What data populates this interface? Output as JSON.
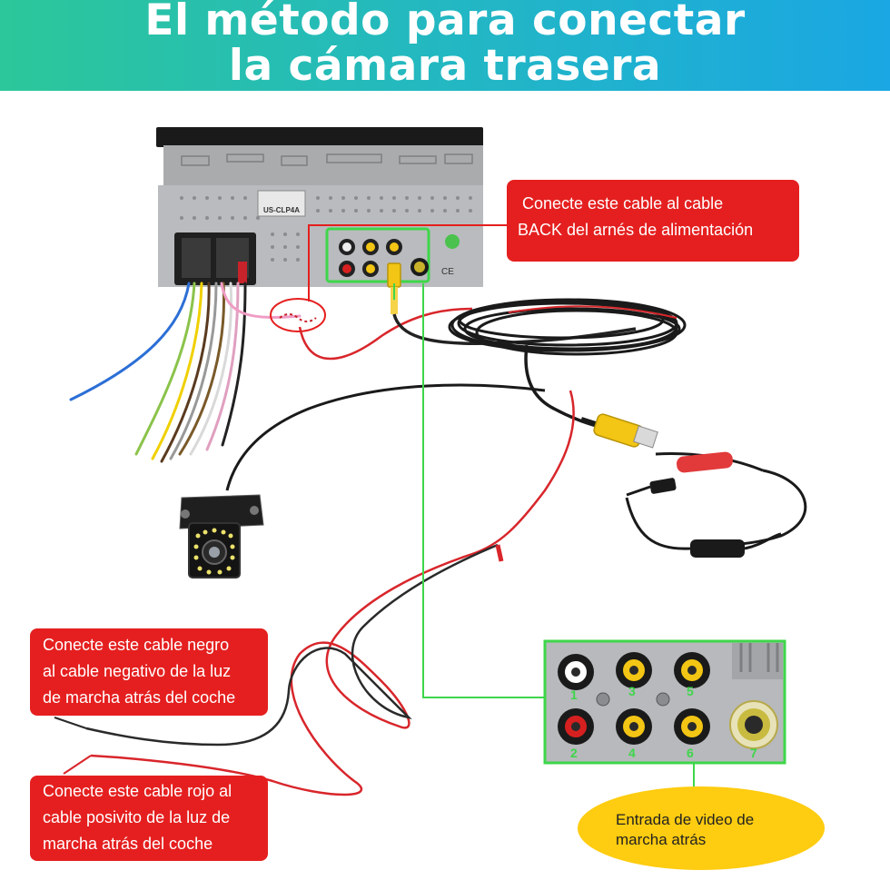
{
  "title": {
    "line1": "El método para conectar",
    "line2": "la cámara trasera"
  },
  "callouts": {
    "back_cable": {
      "line1": "Conecte este cable al cable",
      "line2": "BACK del arnés de alimentación"
    },
    "black_cable": {
      "line1": "Conecte este cable negro",
      "line2": "al cable negativo de la luz",
      "line3": "de marcha atrás del coche"
    },
    "red_cable": {
      "line1": "Conecte este cable rojo al",
      "line2": "cable posivito de la luz de",
      "line3": "marcha atrás del coche"
    }
  },
  "video_input_label": {
    "line1": "Entrada de video de",
    "line2": "marcha atrás"
  },
  "device": {
    "label_plate": "US-CLP4A"
  },
  "jacks": [
    "1",
    "2",
    "3",
    "4",
    "5",
    "6",
    "7"
  ],
  "colors": {
    "banner_start": "#2cc79a",
    "banner_end": "#1aa7e3",
    "callout_red": "#e51f1f",
    "highlight_green": "#3ed64a",
    "ellipse_yellow": "#fecc10",
    "rca_yellow": "#f3c514"
  }
}
